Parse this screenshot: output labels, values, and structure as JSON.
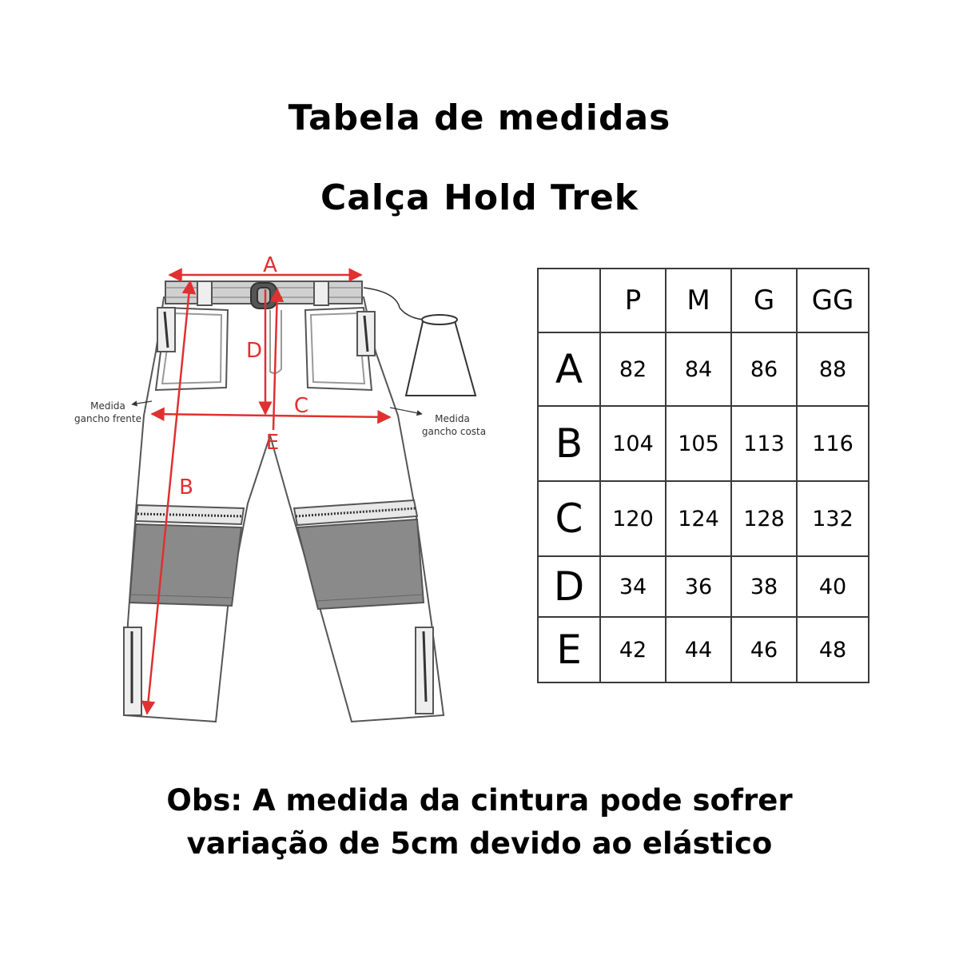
{
  "title": "Tabela de medidas",
  "subtitle": "Calça Hold Trek",
  "diagram": {
    "labels": {
      "a": "A",
      "b": "B",
      "c": "C",
      "d": "D",
      "e": "E"
    },
    "medida_frente_1": "Medida",
    "medida_frente_2": "gancho frente",
    "medida_costa_1": "Medida",
    "medida_costa_2": "gancho costa"
  },
  "table": {
    "sizes": [
      "P",
      "M",
      "G",
      "GG"
    ],
    "rows": [
      {
        "label": "A",
        "values": [
          "82",
          "84",
          "86",
          "88"
        ]
      },
      {
        "label": "B",
        "values": [
          "104",
          "105",
          "113",
          "116"
        ]
      },
      {
        "label": "C",
        "values": [
          "120",
          "124",
          "128",
          "132"
        ]
      },
      {
        "label": "D",
        "values": [
          "34",
          "36",
          "38",
          "40"
        ]
      },
      {
        "label": "E",
        "values": [
          "42",
          "44",
          "46",
          "48"
        ]
      }
    ]
  },
  "note": {
    "line1": "Obs: A medida da cintura pode sofrer",
    "line2": "variação de 5cm devido ao elástico"
  },
  "colors": {
    "measure": "#e03030",
    "outline": "#555555",
    "knee_panel": "#8a8a8a"
  }
}
